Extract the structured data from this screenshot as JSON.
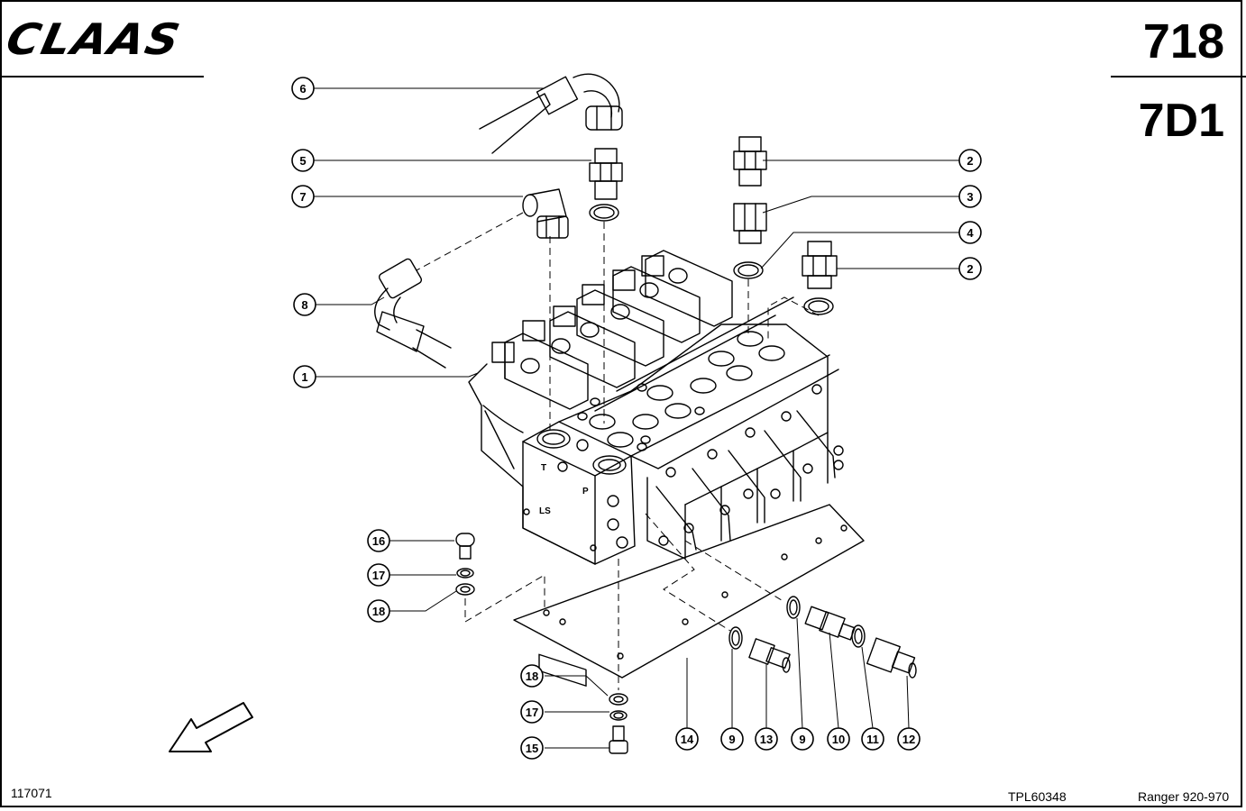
{
  "header": {
    "brand": "CLAAS",
    "page_number": "718",
    "group_code": "7D1"
  },
  "footer": {
    "figure_id": "117071",
    "plate_id": "TPL60348",
    "model": "Ranger 920-970"
  },
  "callouts": [
    {
      "label": "6"
    },
    {
      "label": "5"
    },
    {
      "label": "7"
    },
    {
      "label": "8"
    },
    {
      "label": "1"
    },
    {
      "label": "2"
    },
    {
      "label": "3"
    },
    {
      "label": "4"
    },
    {
      "label": "2"
    },
    {
      "label": "16"
    },
    {
      "label": "17"
    },
    {
      "label": "18"
    },
    {
      "label": "18"
    },
    {
      "label": "17"
    },
    {
      "label": "15"
    },
    {
      "label": "14"
    },
    {
      "label": "9"
    },
    {
      "label": "13"
    },
    {
      "label": "9"
    },
    {
      "label": "10"
    },
    {
      "label": "11"
    },
    {
      "label": "12"
    }
  ],
  "block_labels": {
    "t": "T",
    "p": "P",
    "ls": "LS"
  },
  "icons": [
    "direction-arrow-icon"
  ]
}
